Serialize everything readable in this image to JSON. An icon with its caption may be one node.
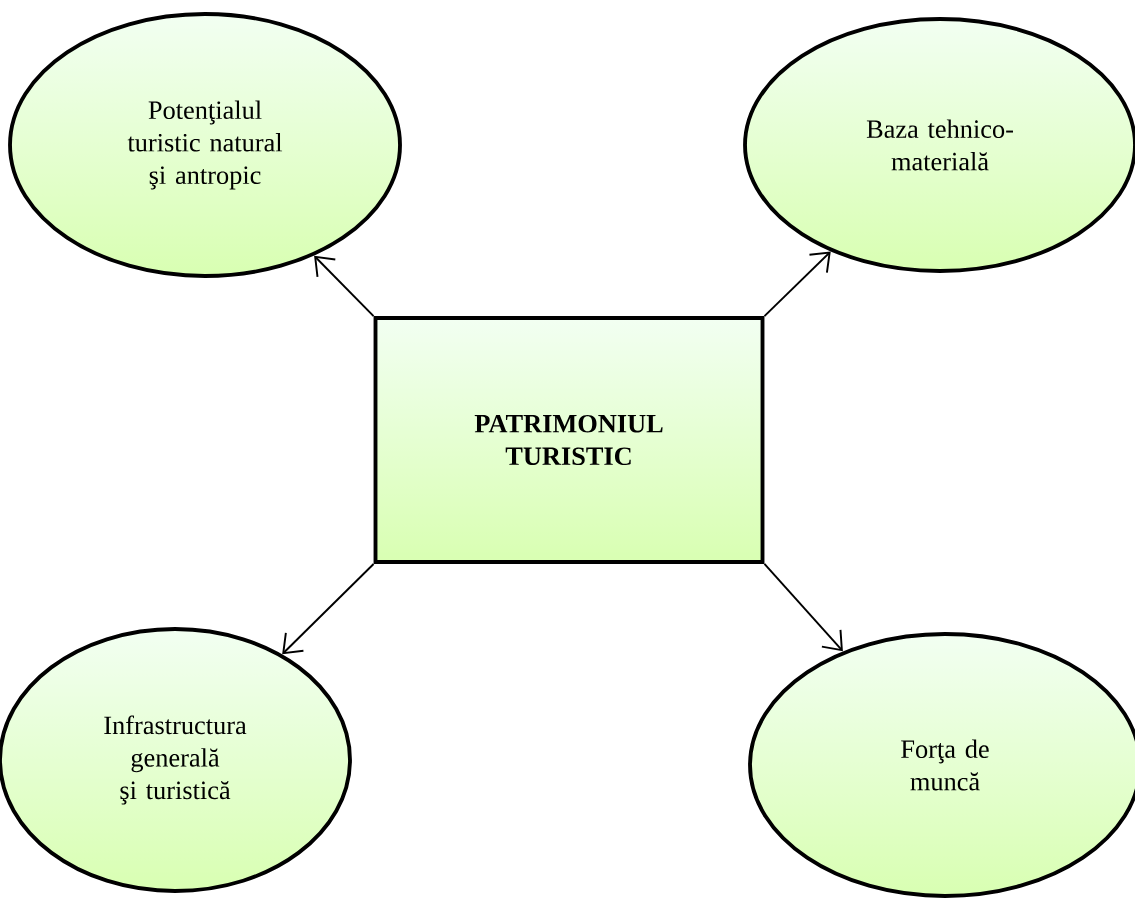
{
  "diagram": {
    "nodes": [
      {
        "text": [
          "Potenţialul turistic natural şi antropic"
        ]
      },
      {
        "text": [
          "Baza tehnico-materială"
        ]
      },
      {
        "text": [
          "**PATRIMONIUL TURISTIC**"
        ]
      },
      {
        "text": [
          "Infrastructura generală şi turistică"
        ]
      },
      {
        "text": [
          "Forţa de muncă"
        ]
      }
    ],
    "edges": [
      {
        "from": 2,
        "to": 0,
        "arrow": "to"
      },
      {
        "from": 2,
        "to": 1,
        "arrow": "to"
      },
      {
        "from": 2,
        "to": 3,
        "arrow": "to"
      },
      {
        "from": 2,
        "to": 4,
        "arrow": "to"
      }
    ]
  }
}
